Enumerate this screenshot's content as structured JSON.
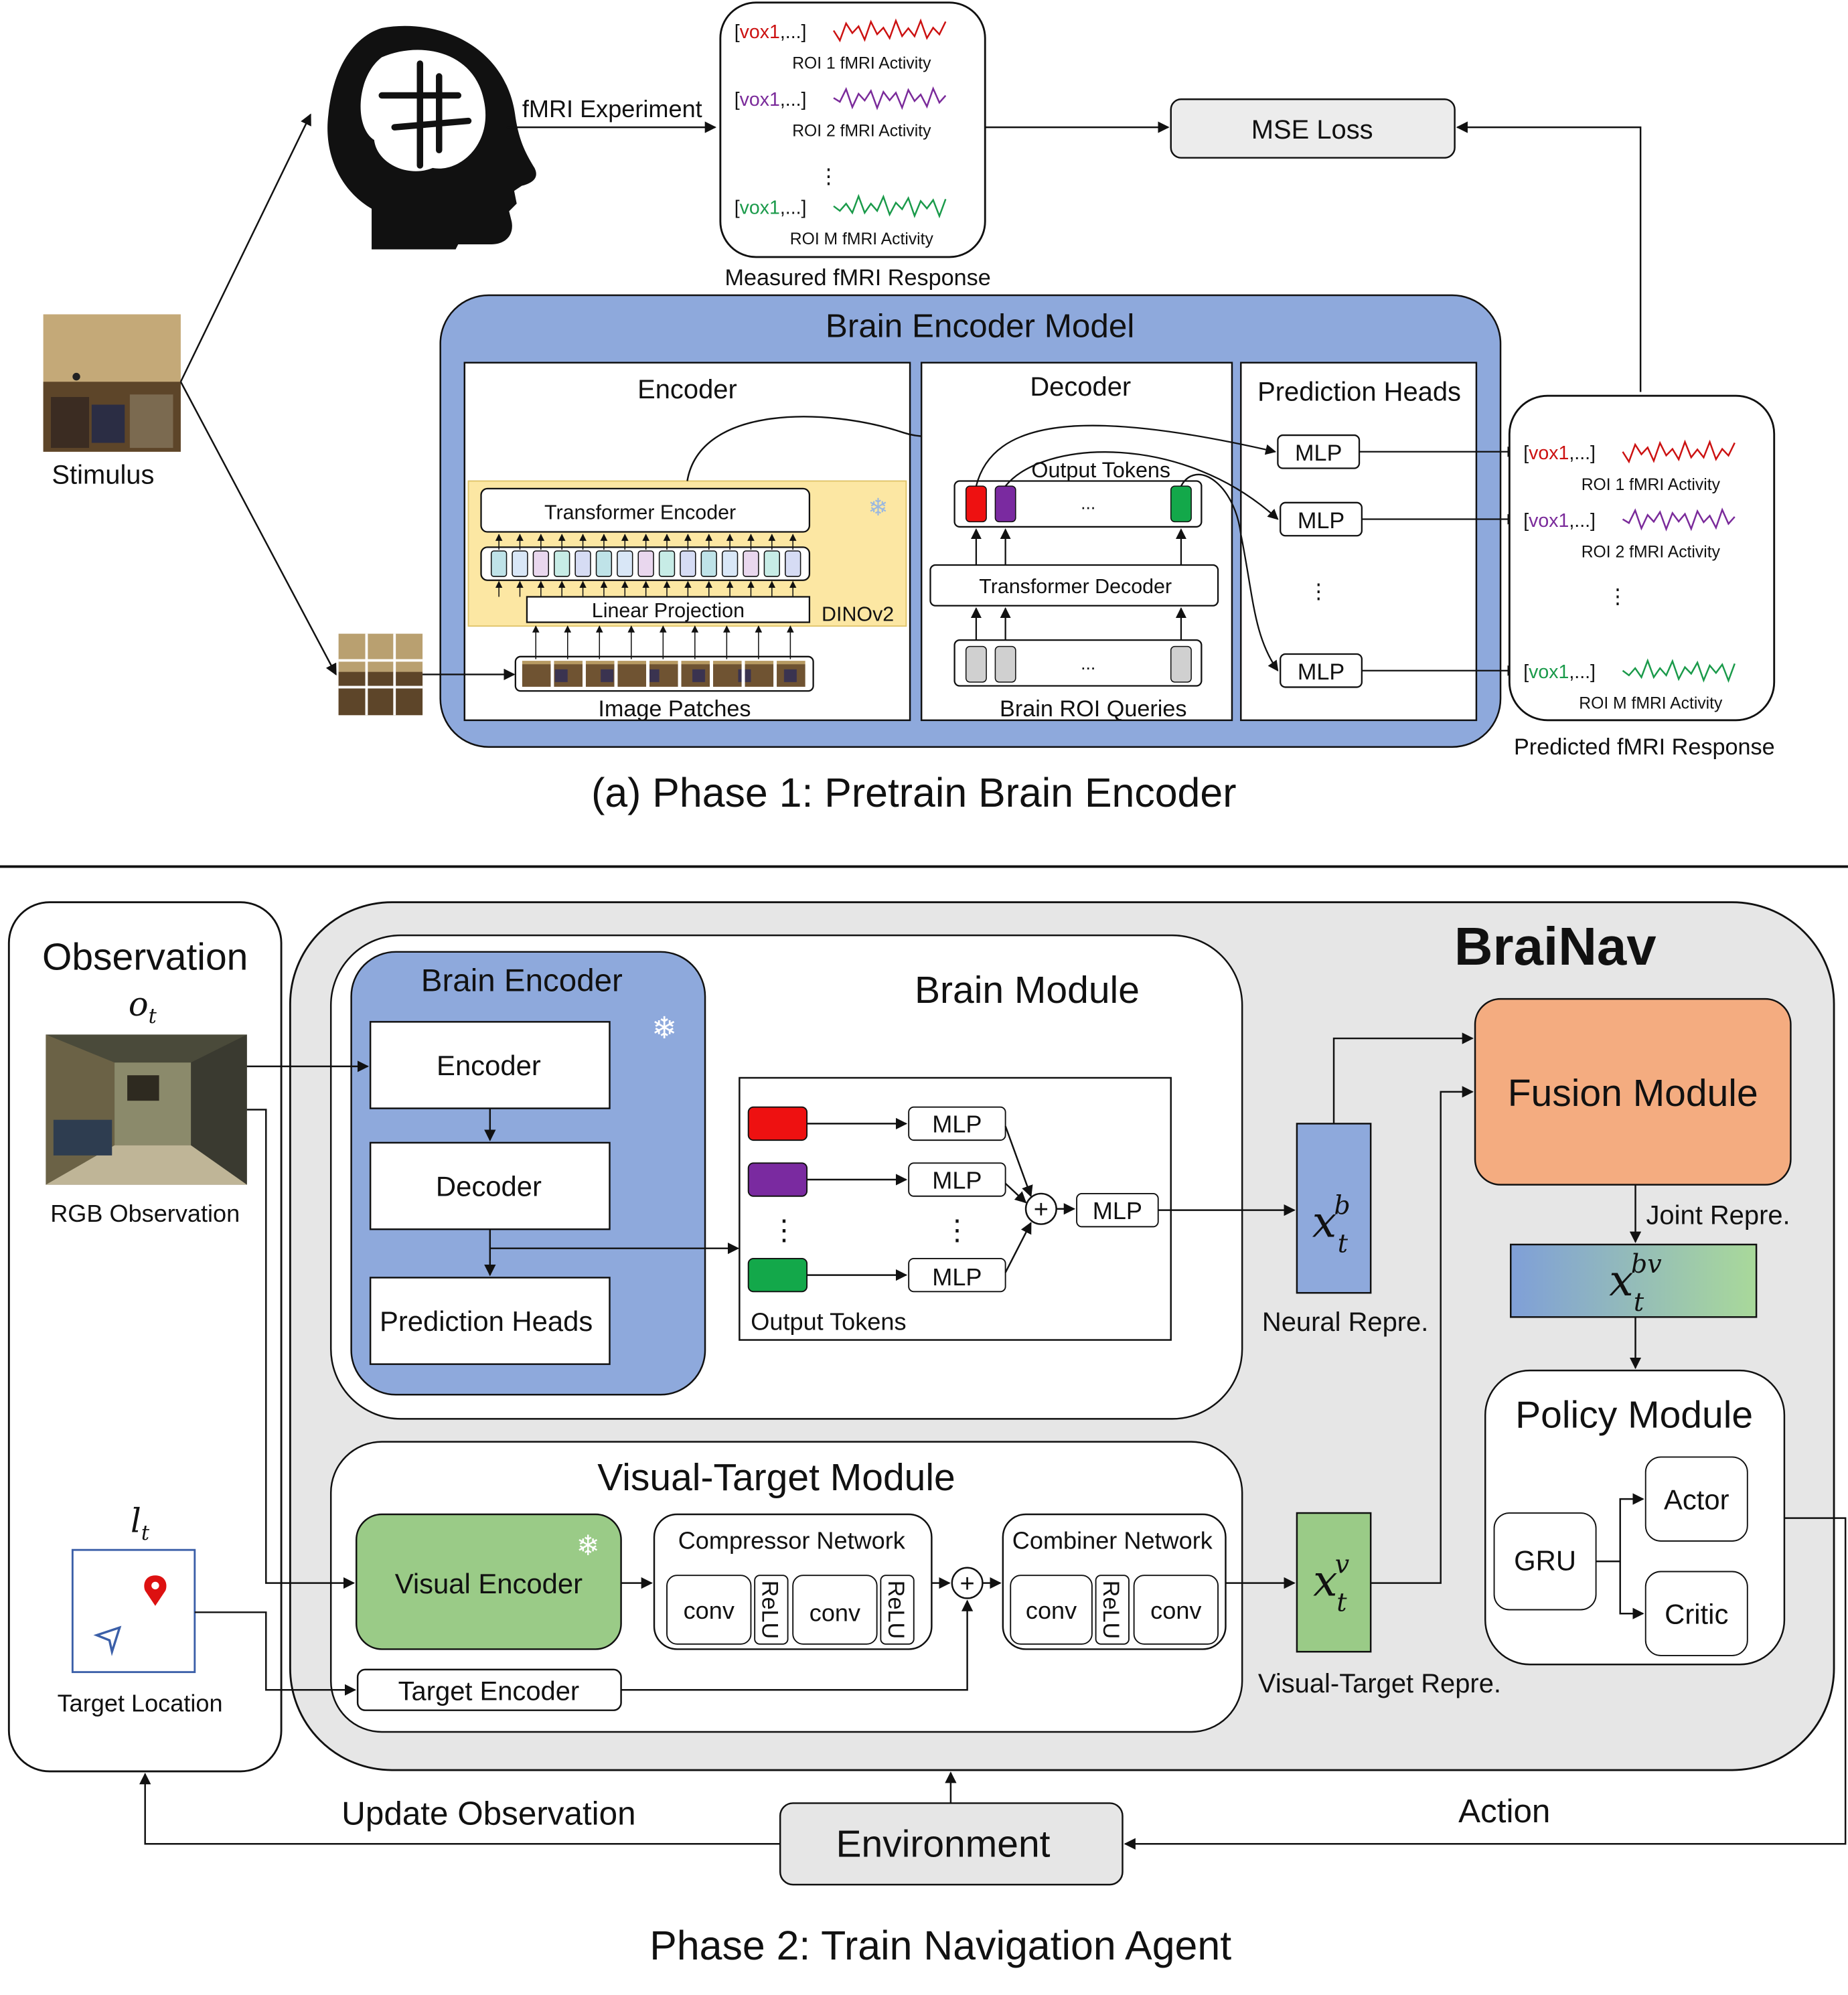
{
  "phase1": {
    "caption": "(a) Phase 1: Pretrain Brain Encoder",
    "stimulus_label": "Stimulus",
    "experiment_label": "fMRI Experiment",
    "measured": {
      "rows": [
        {
          "prefix": "[",
          "vox": "vox1",
          "suffix": ",...]",
          "activity": "ROI 1 fMRI Activity",
          "color": "#cc1111"
        },
        {
          "prefix": "[",
          "vox": "vox1",
          "suffix": ",...]",
          "activity": "ROI 2 fMRI Activity",
          "color": "#7a2a9a"
        },
        {
          "prefix": "[",
          "vox": "vox1",
          "suffix": ",...]",
          "activity": "ROI M fMRI Activity",
          "color": "#1a9a4a"
        }
      ],
      "dots": "⋮",
      "caption": "Measured fMRI Response"
    },
    "mse_loss": "MSE Loss",
    "model_title": "Brain Encoder Model",
    "encoder": {
      "title": "Encoder",
      "transformer": "Transformer Encoder",
      "linear": "Linear Projection",
      "dino": "DINOv2",
      "patches": "Image Patches",
      "snowflake": "❄"
    },
    "decoder": {
      "title": "Decoder",
      "output_tokens": "Output Tokens",
      "transformer": "Transformer Decoder",
      "queries": "Brain ROI Queries",
      "dots": "..."
    },
    "heads": {
      "title": "Prediction Heads",
      "mlp": [
        "MLP",
        "MLP",
        "MLP"
      ],
      "dots": "⋮"
    },
    "predicted": {
      "rows": [
        {
          "prefix": "[",
          "vox": "vox1",
          "suffix": ",...]",
          "activity": "ROI 1 fMRI Activity",
          "color": "#cc1111"
        },
        {
          "prefix": "[",
          "vox": "vox1",
          "suffix": ",...]",
          "activity": "ROI 2 fMRI Activity",
          "color": "#7a2a9a"
        },
        {
          "prefix": "[",
          "vox": "vox1",
          "suffix": ",...]",
          "activity": "ROI M fMRI Activity",
          "color": "#1a9a4a"
        }
      ],
      "dots": "⋮",
      "caption": "Predicted fMRI Response"
    }
  },
  "phase2": {
    "caption": "Phase 2:  Train Navigation Agent",
    "observation": {
      "title": "Observation",
      "ot_base": "o",
      "ot_sub": "t",
      "rgb_label": "RGB Observation",
      "lt_base": "l",
      "lt_sub": "t",
      "target_label": "Target Location"
    },
    "brainav_title": "BraiNav",
    "brain_module": {
      "title": "Brain Module",
      "encoder_title": "Brain Encoder",
      "encoder": "Encoder",
      "decoder": "Decoder",
      "heads": "Prediction Heads",
      "mlp": "MLP",
      "output_tokens": "Output Tokens",
      "plus": "+",
      "dots": "⋮",
      "token_colors": [
        "#ee1111",
        "#7a2aa0",
        "#13a84a"
      ]
    },
    "neural_repr": {
      "base": "x",
      "sub": "t",
      "sup": "b",
      "label": "Neural Repre."
    },
    "visual_target": {
      "title": "Visual-Target Module",
      "visual_encoder": "Visual Encoder",
      "target_encoder": "Target Encoder",
      "compressor": "Compressor Network",
      "combiner": "Combiner Network",
      "conv": "conv",
      "relu": "ReLU",
      "plus": "+"
    },
    "vt_repr": {
      "base": "x",
      "sub": "t",
      "sup": "v",
      "label": "Visual-Target Repre."
    },
    "fusion": "Fusion Module",
    "joint": {
      "base": "x",
      "sub": "t",
      "sup": "bv",
      "label": "Joint Repre."
    },
    "policy": {
      "title": "Policy Module",
      "gru": "GRU",
      "actor": "Actor",
      "critic": "Critic"
    },
    "environment": "Environment",
    "update_observation": "Update Observation",
    "action": "Action"
  }
}
